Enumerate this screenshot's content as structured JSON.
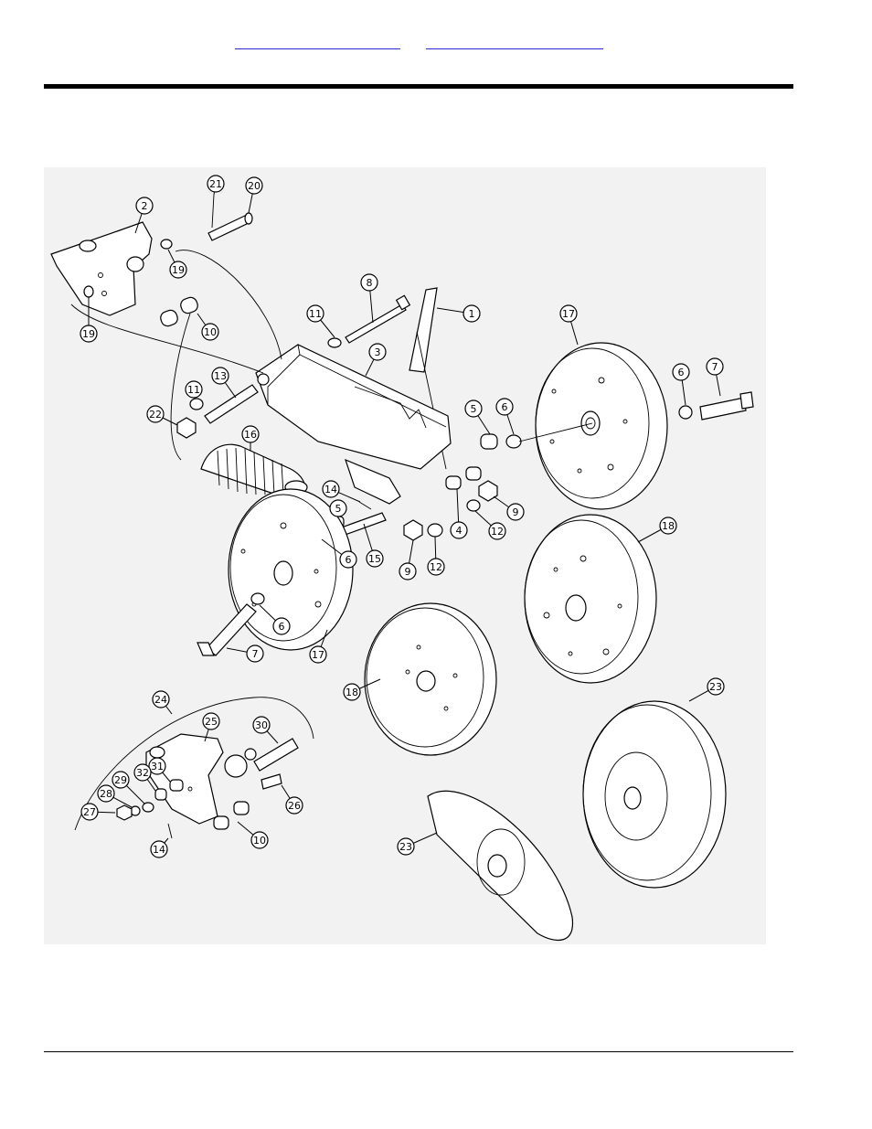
{
  "header": {
    "links": [
      {
        "label": ""
      },
      {
        "label": ""
      }
    ]
  },
  "diagram": {
    "callouts": [
      "1",
      "2",
      "3",
      "4",
      "5",
      "5",
      "6",
      "6",
      "6",
      "6",
      "7",
      "7",
      "8",
      "9",
      "9",
      "10",
      "10",
      "11",
      "11",
      "12",
      "12",
      "13",
      "14",
      "14",
      "15",
      "16",
      "17",
      "17",
      "18",
      "18",
      "19",
      "19",
      "20",
      "21",
      "22",
      "23",
      "23",
      "24",
      "25",
      "26",
      "27",
      "28",
      "29",
      "30",
      "31",
      "32"
    ]
  },
  "colors": {
    "rule": "#000000",
    "link": "#2b2bd6",
    "figure_background": "#f2f2f2"
  }
}
